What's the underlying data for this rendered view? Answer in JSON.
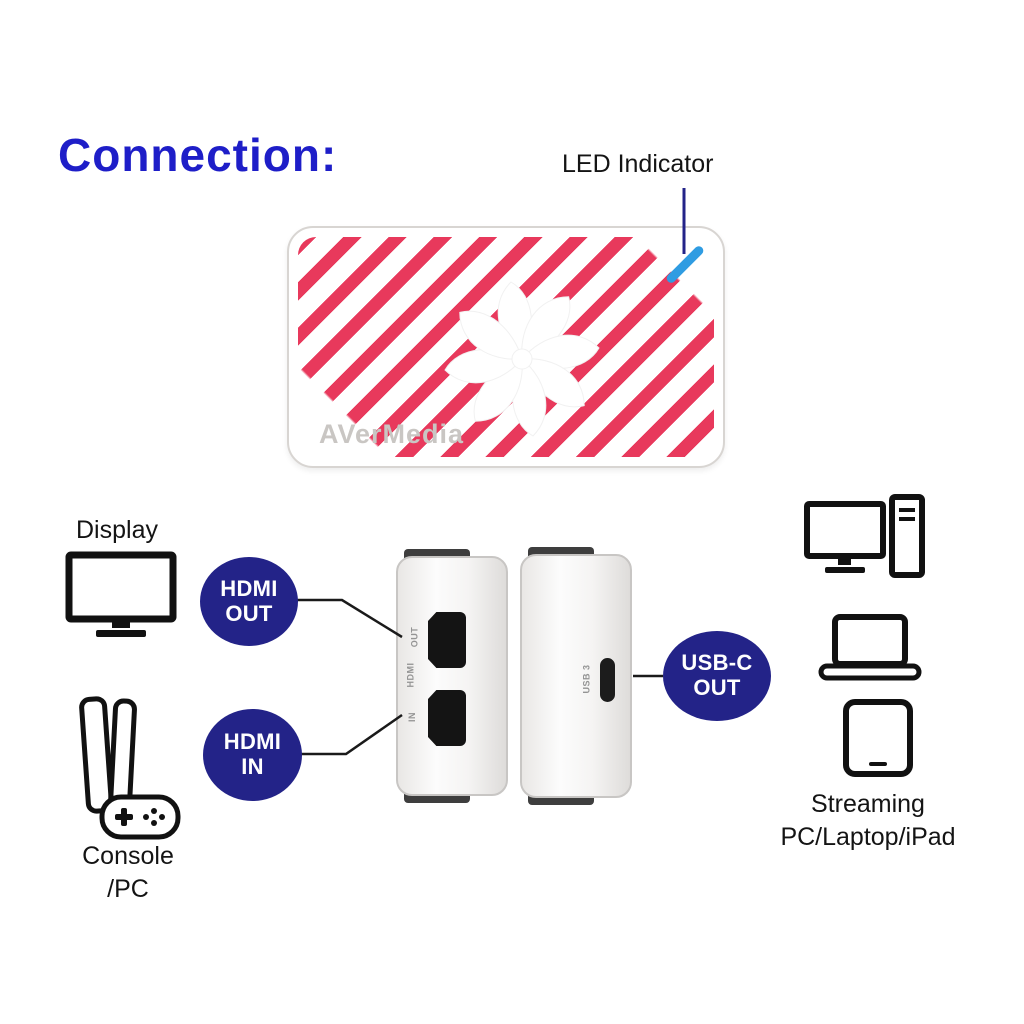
{
  "title": "Connection:",
  "led_indicator": {
    "label": "LED Indicator"
  },
  "device": {
    "brand": "AVerMedia"
  },
  "callouts": {
    "hdmi_out": {
      "line1": "HDMI",
      "line2": "OUT"
    },
    "hdmi_in": {
      "line1": "HDMI",
      "line2": "IN"
    },
    "usb_c_out": {
      "line1": "USB-C",
      "line2": "OUT"
    }
  },
  "side_panels": {
    "hdmi_panel": {
      "out_label": "OUT",
      "hdmi_label": "HDMI",
      "in_label": "IN"
    },
    "usb_panel": {
      "port_label": "USB 3"
    }
  },
  "endpoints": {
    "display": {
      "label": "Display"
    },
    "console": {
      "line1": "Console",
      "line2": "/PC"
    },
    "streaming": {
      "line1": "Streaming",
      "line2": "PC/Laptop/iPad"
    }
  },
  "colors": {
    "title_blue": "#1e1ec8",
    "callout_navy": "#232388",
    "stripe_red": "#e8395c",
    "led_blue": "#2f9ce2"
  }
}
